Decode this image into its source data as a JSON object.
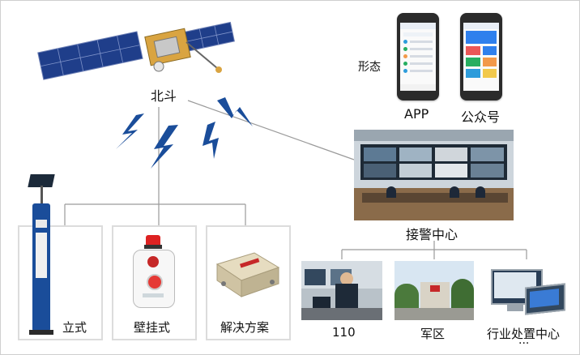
{
  "satellite": {
    "label": "北斗"
  },
  "forms": {
    "label": "形态",
    "app_label": "APP",
    "wechat_label": "公众号"
  },
  "center": {
    "label": "接警中心"
  },
  "devices": [
    {
      "label": "立式"
    },
    {
      "label": "壁挂式"
    },
    {
      "label": "解决方案"
    }
  ],
  "destinations": [
    {
      "label": "110"
    },
    {
      "label": "军区"
    },
    {
      "label": "行业处置中心"
    }
  ],
  "ellipsis": "···",
  "colors": {
    "accent_blue": "#1a4d9a",
    "line_gray": "#9a9a9a",
    "box_border": "#dcdcdc"
  }
}
